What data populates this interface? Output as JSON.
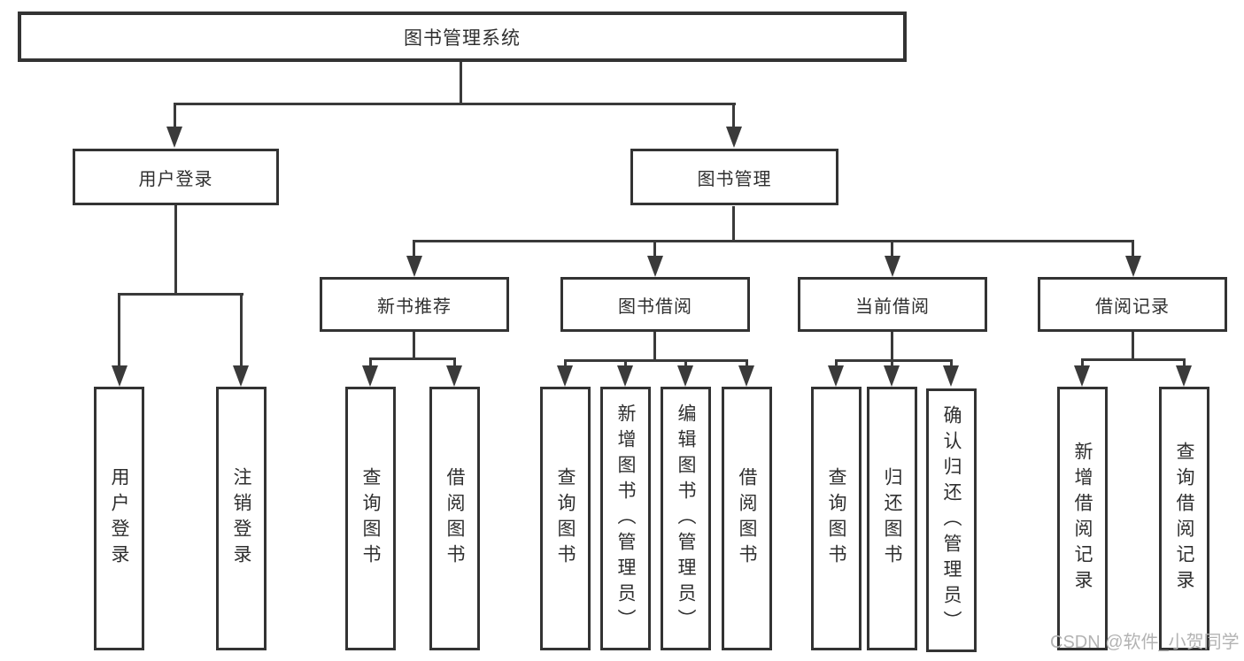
{
  "root": {
    "label": "图书管理系统"
  },
  "branches": [
    {
      "label": "用户登录",
      "children": [
        {
          "label": "用户登录"
        },
        {
          "label": "注销登录"
        }
      ]
    },
    {
      "label": "图书管理",
      "children": [
        {
          "label": "新书推荐",
          "children": [
            {
              "label": "查询图书"
            },
            {
              "label": "借阅图书"
            }
          ]
        },
        {
          "label": "图书借阅",
          "children": [
            {
              "label": "查询图书"
            },
            {
              "label": "新增图书（管理员）"
            },
            {
              "label": "编辑图书（管理员）"
            },
            {
              "label": "借阅图书"
            }
          ]
        },
        {
          "label": "当前借阅",
          "children": [
            {
              "label": "查询图书"
            },
            {
              "label": "归还图书"
            },
            {
              "label": "确认归还（管理员）"
            }
          ]
        },
        {
          "label": "借阅记录",
          "children": [
            {
              "label": "新增借阅记录"
            },
            {
              "label": "查询借阅记录"
            }
          ]
        }
      ]
    }
  ],
  "watermark": {
    "text": "CSDN @软件_小贺同学"
  },
  "colors": {
    "line": "#3a3a3a",
    "border": "#333333",
    "text": "#2f2f2f",
    "background": "#ffffff",
    "watermark": "#b3b3b3"
  }
}
